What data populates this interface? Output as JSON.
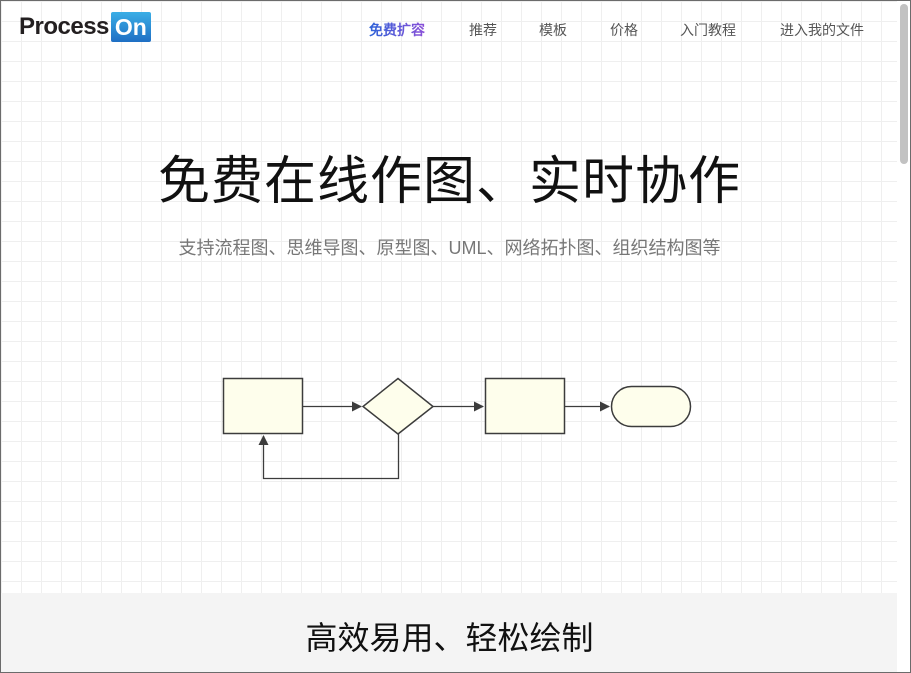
{
  "header": {
    "logo": {
      "text_main": "Process",
      "text_badge": "On"
    },
    "nav": [
      {
        "label": "免费扩容",
        "active": true
      },
      {
        "label": "推荐",
        "active": false
      },
      {
        "label": "模板",
        "active": false
      },
      {
        "label": "价格",
        "active": false
      },
      {
        "label": "入门教程",
        "active": false
      },
      {
        "label": "进入我的文件",
        "active": false
      }
    ]
  },
  "hero": {
    "title": "免费在线作图、实时协作",
    "subtitle": "支持流程图、思维导图、原型图、UML、网络拓扑图、组织结构图等"
  },
  "diagram": {
    "shapes": [
      "process",
      "decision",
      "process",
      "terminator"
    ],
    "fill_color": "#fefeec",
    "stroke_color": "#3c3c3c"
  },
  "section": {
    "title": "高效易用、轻松绘制"
  },
  "colors": {
    "accent_start": "#2f64d8",
    "accent_end": "#8a4fd8",
    "grid_line": "#efefef",
    "band_bg": "#f4f4f4"
  }
}
